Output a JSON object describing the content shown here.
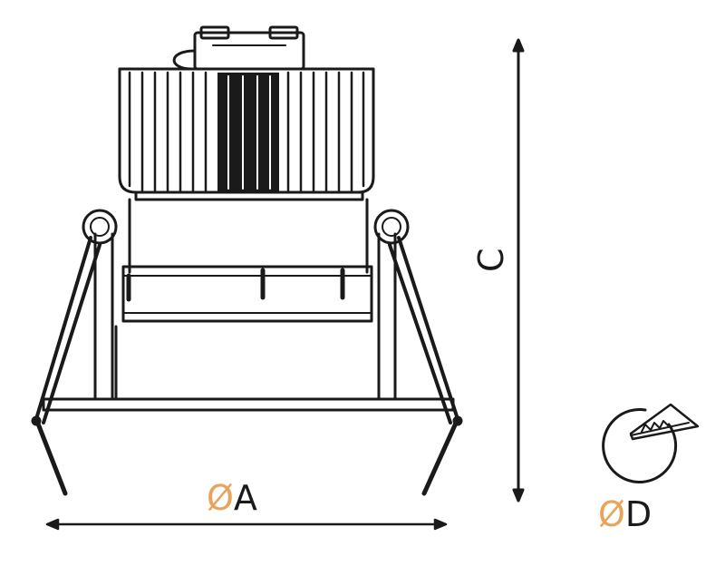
{
  "labels": {
    "diameter_symbol": "Ø",
    "a": "A",
    "c": "C",
    "d": "D"
  },
  "colors": {
    "line": "#1a1a1a",
    "diameter_symbol": "#e8a45a",
    "background": "#ffffff"
  }
}
